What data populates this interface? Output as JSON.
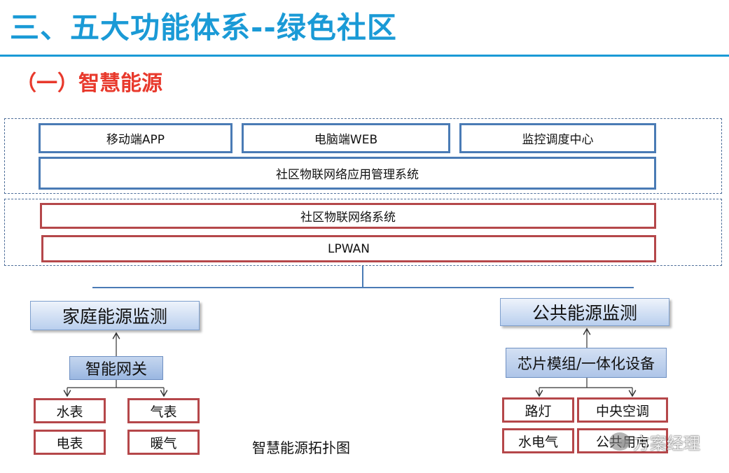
{
  "title": "三、五大功能体系--绿色社区",
  "subtitle": "（一）智慧能源",
  "app_layer": {
    "mobile": "移动端APP",
    "web": "电脑端WEB",
    "monitor": "监控调度中心",
    "mgmt": "社区物联网络应用管理系统"
  },
  "net_layer": {
    "iot": "社区物联网络系统",
    "lpwan": "LPWAN"
  },
  "home": {
    "title": "家庭能源监测",
    "gateway": "智能网关",
    "devices": [
      "水表",
      "气表",
      "电表",
      "暖气"
    ]
  },
  "public": {
    "title": "公共能源监测",
    "module": "芯片模组/一体化设备",
    "devices": [
      "路灯",
      "中央空调",
      "水电气",
      "公共用电"
    ]
  },
  "caption": "智慧能源拓扑图",
  "watermark": "方案经理",
  "colors": {
    "title": "#1a9ad6",
    "subtitle": "#e8392c",
    "blue_border": "#4a7bb5",
    "red_border": "#b5474a"
  }
}
